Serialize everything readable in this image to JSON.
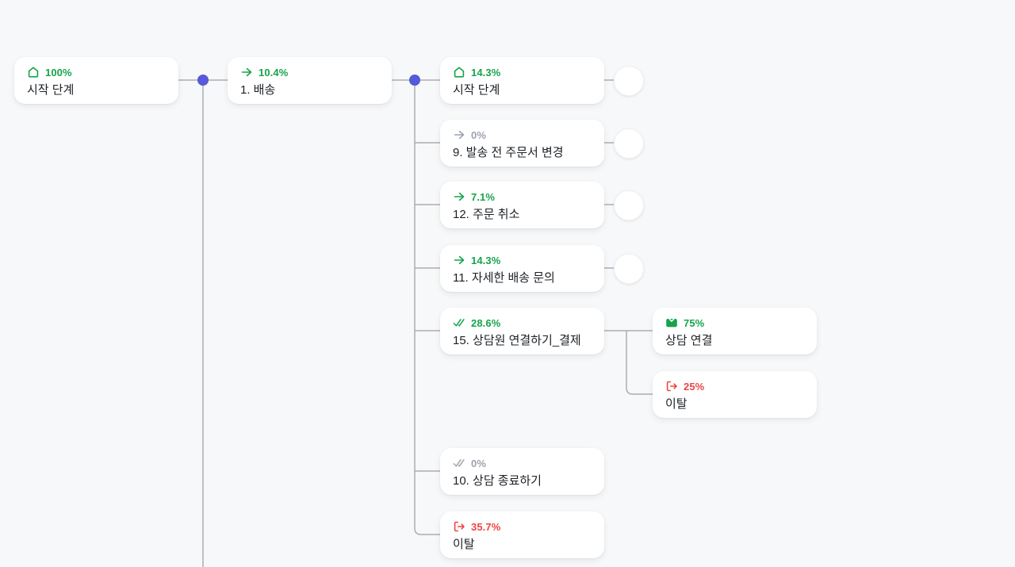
{
  "colors": {
    "positive": "#16a34a",
    "neutral": "#9ca3af",
    "negative": "#ef4444",
    "connector": "#abaeb4",
    "junction_dot": "#5659d8",
    "canvas_background": "#f7f8f9"
  },
  "nodes": [
    {
      "percent": "100%",
      "label": "시작 단계",
      "icon": "home-icon",
      "tone": "positive"
    },
    {
      "percent": "10.4%",
      "label": "1. 배송",
      "icon": "arrow-right-icon",
      "tone": "positive"
    },
    {
      "percent": "14.3%",
      "label": "시작 단계",
      "icon": "home-icon",
      "tone": "positive"
    },
    {
      "percent": "0%",
      "label": "9. 발송 전 주문서 변경",
      "icon": "arrow-right-icon",
      "tone": "neutral"
    },
    {
      "percent": "7.1%",
      "label": "12. 주문 취소",
      "icon": "arrow-right-icon",
      "tone": "positive"
    },
    {
      "percent": "14.3%",
      "label": "11. 자세한 배송 문의",
      "icon": "arrow-right-icon",
      "tone": "positive"
    },
    {
      "percent": "28.6%",
      "label": "15. 상담원 연결하기_결제",
      "icon": "double-check-icon",
      "tone": "positive"
    },
    {
      "percent": "75%",
      "label": "상담 연결",
      "icon": "chat-icon",
      "tone": "positive"
    },
    {
      "percent": "25%",
      "label": "이탈",
      "icon": "exit-icon",
      "tone": "negative"
    },
    {
      "percent": "0%",
      "label": "10. 상담 종료하기",
      "icon": "double-check-icon",
      "tone": "neutral"
    },
    {
      "percent": "35.7%",
      "label": "이탈",
      "icon": "exit-icon",
      "tone": "negative"
    }
  ]
}
